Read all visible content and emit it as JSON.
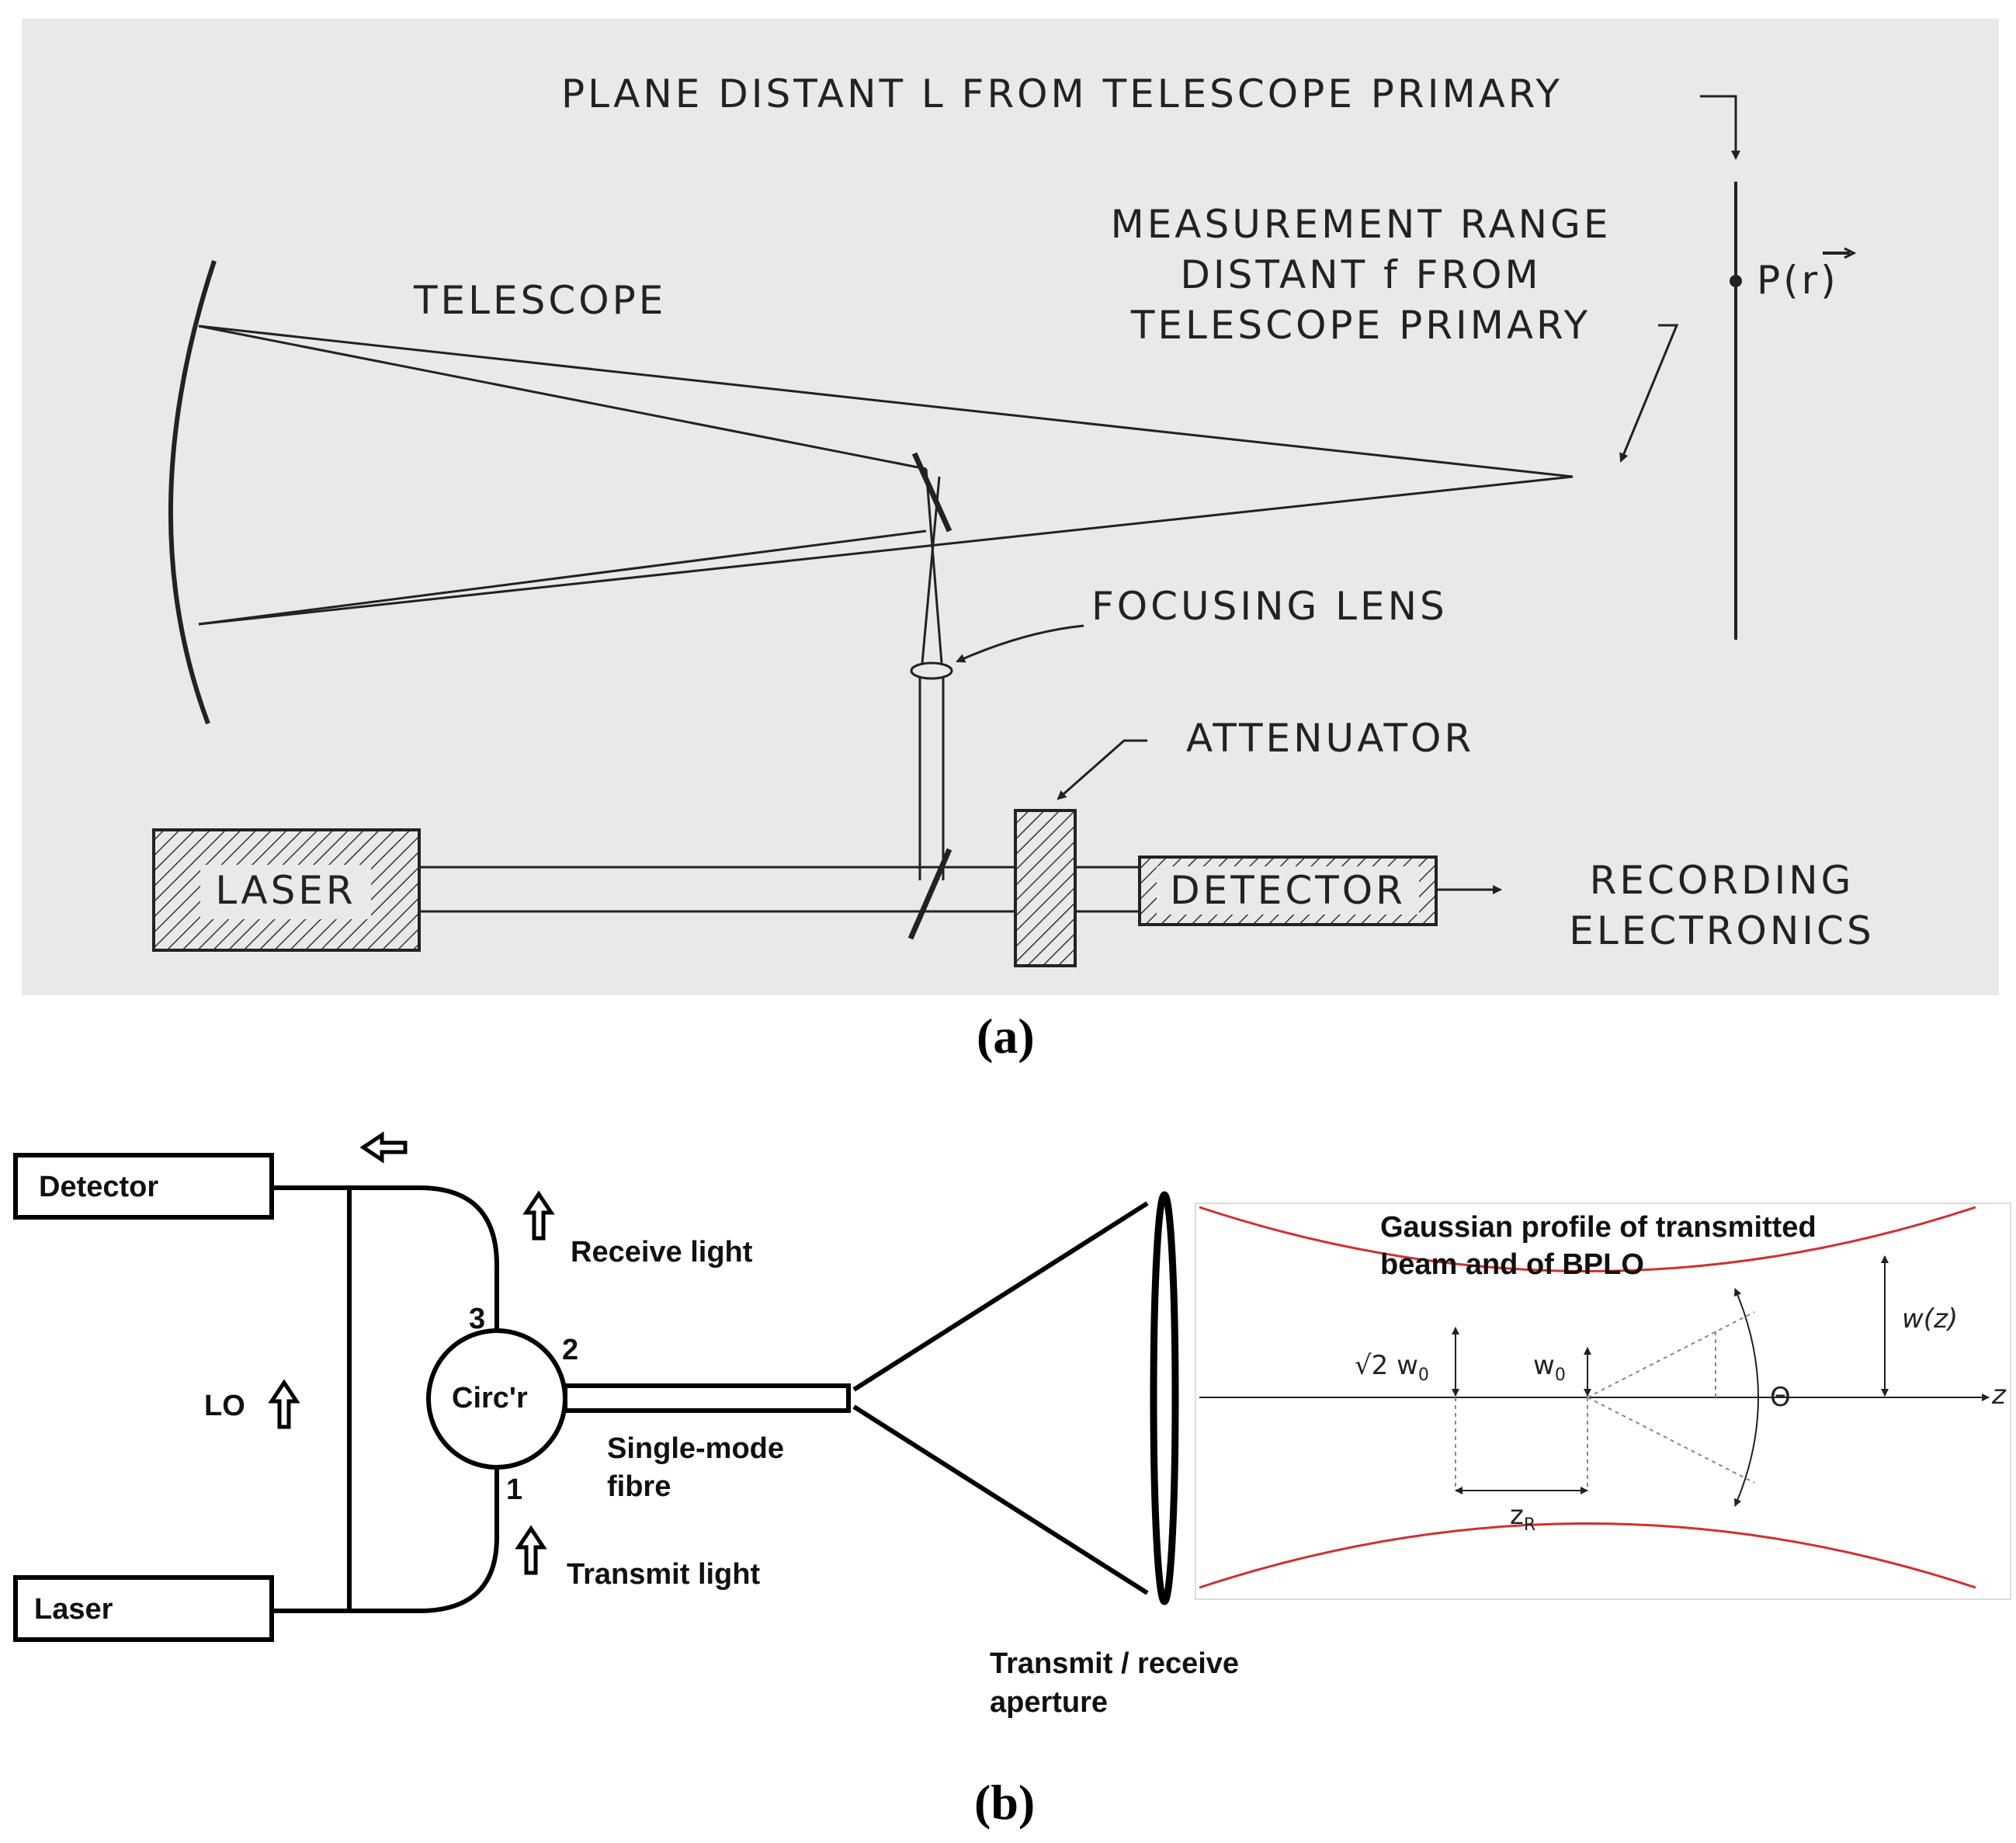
{
  "panel_a": {
    "plane_label": "PLANE DISTANT L FROM TELESCOPE PRIMARY",
    "telescope_label": "TELESCOPE",
    "measurement_label": [
      "MEASUREMENT RANGE",
      "DISTANT f FROM",
      "TELESCOPE PRIMARY"
    ],
    "point_label": "P(r)",
    "focusing_lens_label": "FOCUSING LENS",
    "attenuator_label": "ATTENUATOR",
    "laser_label": "LASER",
    "detector_label": "DETECTOR",
    "recording_label": [
      "RECORDING",
      "ELECTRONICS"
    ]
  },
  "caption_a": "(a)",
  "panel_b": {
    "detector_label": "Detector",
    "laser_label": "Laser",
    "lo_label": "LO",
    "receive_light_label": "Receive light",
    "transmit_light_label": "Transmit light",
    "circulator_label": "Circ'r",
    "port_1": "1",
    "port_2": "2",
    "port_3": "3",
    "fibre_label": [
      "Single-mode",
      "fibre"
    ],
    "aperture_label": [
      "Transmit / receive",
      "aperture"
    ],
    "gaussian_title": [
      "Gaussian profile of transmitted",
      "beam and of BPLO"
    ],
    "wz_label": "w(z)",
    "sqrt2w0_label": "√2 w",
    "sqrt2w0_sub": "0",
    "w0_label": "w",
    "w0_sub": "0",
    "zr_label": "z",
    "zr_sub": "R",
    "theta_label": "Θ",
    "z_axis_label": "z",
    "beam_color": "#d03030"
  },
  "caption_b": "(b)"
}
